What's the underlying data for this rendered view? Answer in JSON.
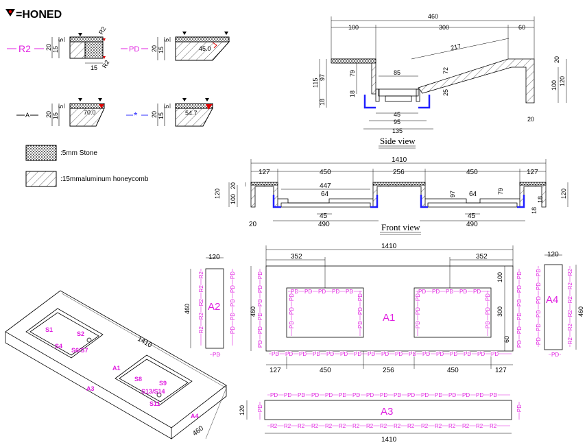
{
  "legend": {
    "honed": "=HONED",
    "stone": ":5mm Stone",
    "honeycomb": ":15mmaluminum honeycomb"
  },
  "edge_details": {
    "r2": {
      "label": "R2",
      "d1": "20",
      "d2": "15",
      "d3": "5",
      "w": "15",
      "r_top": "R2",
      "r_bot": "R2"
    },
    "pd": {
      "label": "PD",
      "d1": "20",
      "d2": "15",
      "d3": "5",
      "ang": "45.0"
    },
    "a": {
      "label": "A",
      "d1": "20",
      "d2": "15",
      "d3": "5",
      "ang": "70.0"
    },
    "star": {
      "label": "*",
      "d1": "20",
      "d2": "15",
      "d3": "5",
      "ang": "54.7"
    }
  },
  "side_view": {
    "title": "Side view",
    "dims": {
      "total": "460",
      "left": "100",
      "mid": "300",
      "right": "60",
      "slope": "217",
      "h115": "115",
      "h97": "97",
      "h79": "79",
      "h18a": "18",
      "h18b": "18",
      "w85": "85",
      "h72": "72",
      "h25": "25",
      "w45": "45",
      "w95": "95",
      "w135": "135",
      "r20a": "20",
      "r100": "100",
      "r120": "120",
      "b20": "20"
    }
  },
  "front_view": {
    "title": "Front view",
    "dims": {
      "total": "1410",
      "l127": "127",
      "b450a": "450",
      "mid256": "256",
      "b450b": "450",
      "r127": "127",
      "w447": "447",
      "d64a": "64",
      "d64b": "64",
      "d97": "97",
      "d79": "79",
      "h120l": "120",
      "h100": "100",
      "h20": "20",
      "h120r": "120",
      "h18a": "18",
      "h18b": "18",
      "w45a": "45",
      "w490a": "490",
      "w45b": "45",
      "w490b": "490",
      "b20": "20"
    }
  },
  "panels": {
    "a1": {
      "label": "A1",
      "w": "1410",
      "l352": "352",
      "r352": "352",
      "h460": "460",
      "d100": "100",
      "d300": "300",
      "d60": "60",
      "b127a": "127",
      "b450a": "450",
      "b256": "256",
      "b450b": "450",
      "b127b": "127"
    },
    "a2": {
      "label": "A2",
      "w": "120",
      "h": "460"
    },
    "a3": {
      "label": "A3",
      "w": "1410",
      "h": "120"
    },
    "a4": {
      "label": "A4",
      "w": "120",
      "h": "460"
    },
    "edge_tag_pd": "PD",
    "edge_tag_r2": "R2"
  },
  "iso": {
    "w": "1410",
    "d": "460",
    "labels": [
      "S1",
      "S2",
      "S4",
      "S6/S7",
      "A1",
      "A3",
      "S8",
      "S9",
      "S13/S14",
      "S11",
      "A4"
    ]
  }
}
